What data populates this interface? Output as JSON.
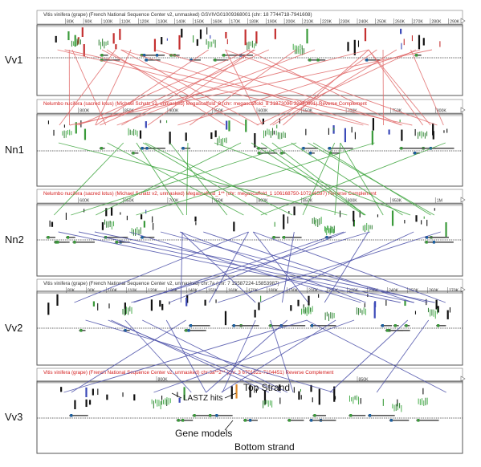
{
  "colors": {
    "red_link": "#e06a6a",
    "green_link": "#3fa63f",
    "blue_link": "#4a4fa8",
    "black_hit": "#111111",
    "red_header": "#d42020",
    "dark_header": "#333333"
  },
  "tracks": [
    {
      "id": "Vv1",
      "label": "Vv1",
      "header": "Vitis vinifera (grape) (French National Sequence Center v2, unmasked) GSVIVG01009368001 (chr: 18 7744718-7941608)",
      "header_color": "dark",
      "ticks": [
        "80K",
        "90K",
        "100K",
        "110K",
        "120K",
        "130K",
        "140K",
        "150K",
        "160K",
        "170K",
        "180K",
        "190K",
        "200K",
        "210K",
        "220K",
        "230K",
        "240K",
        "250K",
        "260K",
        "270K",
        "280K",
        "290K"
      ],
      "hit_color": "red"
    },
    {
      "id": "Nn1",
      "label": "Nn1",
      "header": "Nelumbo nucifera (sacred lotus) (Michael Schatz v2, unmasked) Megascaffold_8 (chr: megascaffold_8 31873096-32840801) Reverse Complement",
      "header_color": "red",
      "ticks": [
        "800K",
        "850K",
        "900K",
        "950K",
        "600K",
        "650K",
        "700K",
        "750K",
        "800K"
      ],
      "hit_color": "black"
    },
    {
      "id": "Nn2",
      "label": "Nn2",
      "header": "Nelumbo nucifera (sacred lotus) (Michael Schatz v2, unmasked) Megascaffold_1** (chr: megascaffold_1 106168750-107246597) Reverse Complement",
      "header_color": "red",
      "ticks": [
        "600K",
        "650K",
        "700K",
        "750K",
        "800K",
        "850K",
        "900K",
        "950K",
        "1M"
      ],
      "hit_color": "black"
    },
    {
      "id": "Vv2",
      "label": "Vv2",
      "header": "Vitis vinifera (grape) (French National Sequence Center v2, unmasked) chr:7a (chr: 7 15587224-15853987)",
      "header_color": "dark",
      "ticks": [
        "80K",
        "90K",
        "100K",
        "110K",
        "120K",
        "130K",
        "140K",
        "150K",
        "160K",
        "170K",
        "180K",
        "190K",
        "200K",
        "210K",
        "220K",
        "230K",
        "240K",
        "250K",
        "260K",
        "270K"
      ],
      "hit_color": "black"
    },
    {
      "id": "Vv3",
      "label": "Vv3",
      "header": "Vitis vinifera (grape) (French National Sequence Center v2, unmasked) chr:3a**2** (chr: 3 6701821-7104451) Reverse Complement",
      "header_color": "red",
      "ticks": [
        "800K",
        "850K"
      ],
      "hit_color": "black"
    }
  ],
  "annotations": {
    "lastz_hits": "LASTZ hits",
    "top_strand": "Top Strand",
    "gene_models": "Gene models",
    "bottom_strand": "Bottom strand"
  }
}
